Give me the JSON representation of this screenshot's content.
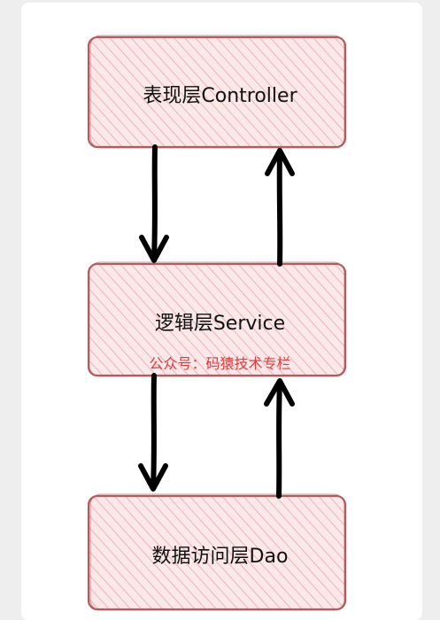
{
  "colors": {
    "page_bg": "#eeeeef",
    "card_bg": "#ffffff",
    "box_fill": "#fbe9ea",
    "box_hatch": "#e8a6aa",
    "box_stroke": "#b55a5f",
    "arrow": "#000000",
    "text": "#111111",
    "watermark": "#e03a3a"
  },
  "boxes": [
    {
      "id": "controller",
      "label": "表现层Controller"
    },
    {
      "id": "service",
      "label": "逻辑层Service"
    },
    {
      "id": "dao",
      "label": "数据访问层Dao"
    }
  ],
  "watermark": "公众号：码猿技术专栏",
  "arrows": [
    {
      "from": "controller",
      "to": "service",
      "direction": "down"
    },
    {
      "from": "service",
      "to": "controller",
      "direction": "up"
    },
    {
      "from": "service",
      "to": "dao",
      "direction": "down"
    },
    {
      "from": "dao",
      "to": "service",
      "direction": "up"
    }
  ]
}
